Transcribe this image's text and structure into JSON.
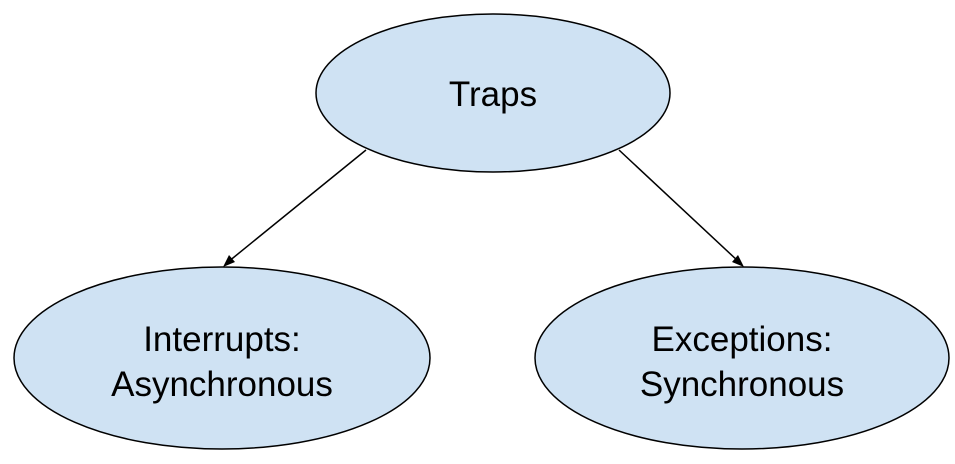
{
  "diagram": {
    "nodes": {
      "root": {
        "label": "Traps"
      },
      "left": {
        "line1": "Interrupts:",
        "line2": "Asynchronous"
      },
      "right": {
        "line1": "Exceptions:",
        "line2": "Synchronous"
      }
    },
    "colors": {
      "node_fill": "#cfe2f3",
      "stroke": "#000000"
    }
  }
}
